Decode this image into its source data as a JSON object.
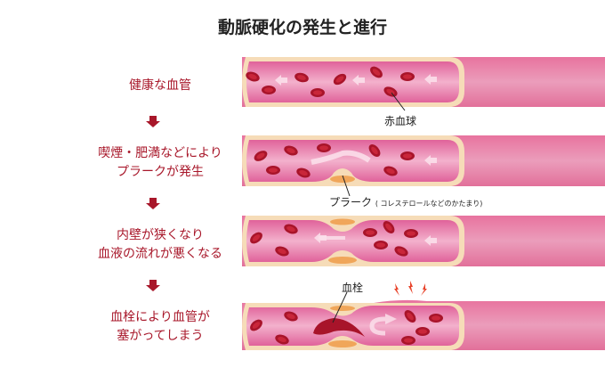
{
  "title": "動脈硬化の発生と進行",
  "steps": [
    {
      "line1": "健康な血管",
      "line2": ""
    },
    {
      "line1": "喫煙・肥満などにより",
      "line2": "プラークが発生"
    },
    {
      "line1": "内壁が狭くなり",
      "line2": "血液の流れが悪くなる"
    },
    {
      "line1": "血栓により血管が",
      "line2": "塞がってしまう"
    }
  ],
  "labels": {
    "red_blood_cell": "赤血球",
    "plaque": "プラーク",
    "plaque_note": "( コレステロールなどのかたまり)",
    "thrombus": "血栓"
  },
  "colors": {
    "accent": "#a8172a",
    "vessel": "#e57ca3",
    "wall": "#f6dcb8",
    "cell": "#b3172a",
    "plaque": "#f0a65a"
  }
}
